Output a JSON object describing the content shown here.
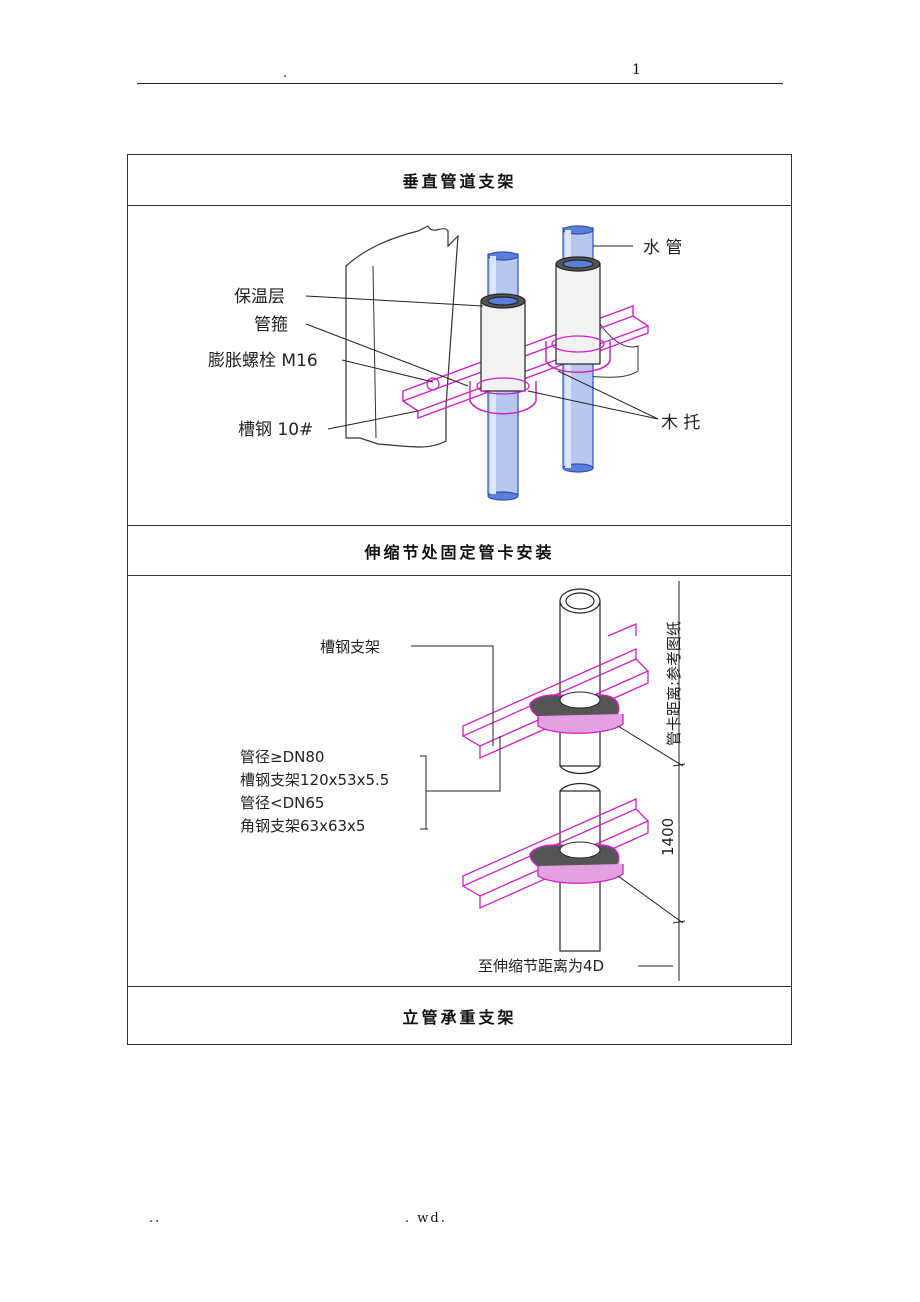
{
  "header": {
    "dot": ".",
    "page_number": "1"
  },
  "sections": [
    {
      "title": "垂直管道支架"
    },
    {
      "title": "伸缩节处固定管卡安装"
    },
    {
      "title": "立管承重支架"
    }
  ],
  "figure1": {
    "labels": {
      "water_pipe": "水 管",
      "insulation": "保温层",
      "clamp": "管箍",
      "bolt": "膨胀螺栓 M16",
      "wood_support": "木 托",
      "channel_steel": "槽钢 10#"
    }
  },
  "figure2": {
    "labels": {
      "bracket": "槽钢支架",
      "spec1": "管径≥DN80",
      "spec2": "槽钢支架120x53x5.5",
      "spec3": "管径<DN65",
      "spec4": "角钢支架63x63x5",
      "clamp_distance": "管卡距离:参考图纸",
      "dimension": "1400",
      "joint_distance": "至伸缩节距离为4D"
    }
  },
  "footer": {
    "left": "..",
    "center": ". wd."
  },
  "colors": {
    "pipe_blue": "#5b7fd6",
    "bracket_magenta": "#d020c8",
    "line": "#222222"
  }
}
